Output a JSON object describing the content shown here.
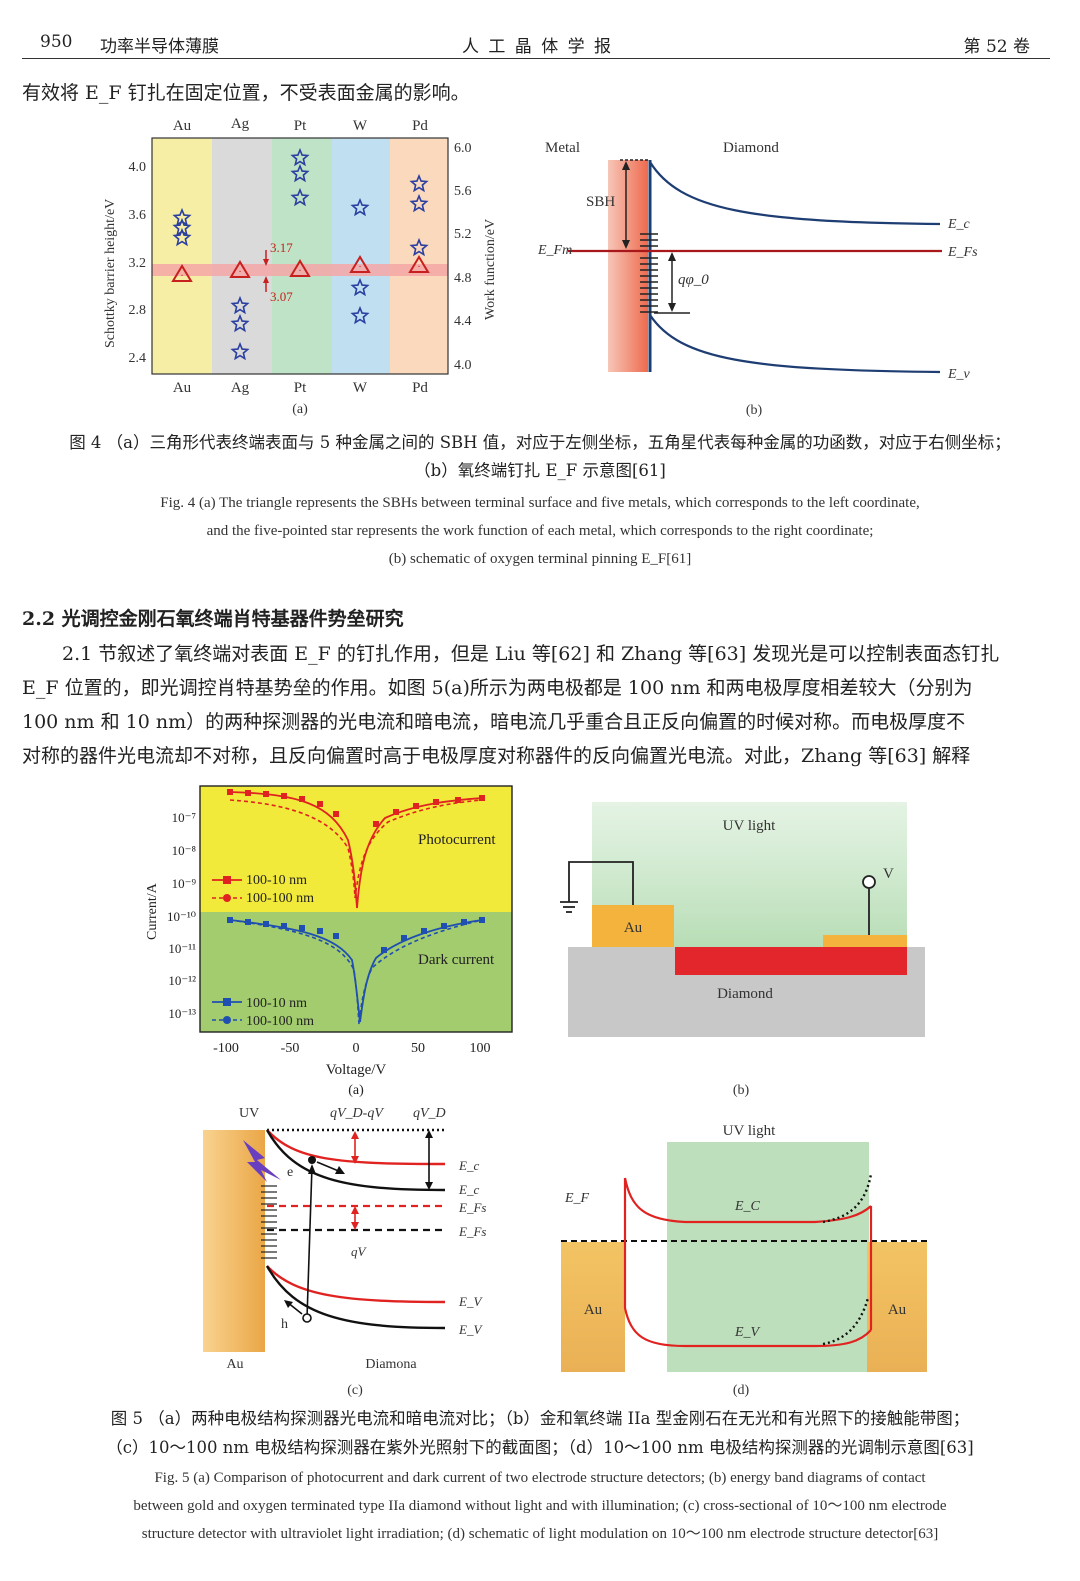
{
  "header": {
    "page_number": "950",
    "column_title": "功率半导体薄膜",
    "journal": "人 工 晶 体 学 报",
    "volume": "第 52 卷"
  },
  "intro_line": "有效将 E_F 钉扎在固定位置，不受表面金属的影响。",
  "fig4": {
    "a": {
      "metals": [
        "Au",
        "Ag",
        "Pt",
        "W",
        "Pd"
      ],
      "left_axis_label": "Schottky barrier height/eV",
      "right_axis_label": "Work function/eV",
      "left_ticks": [
        "4.0",
        "3.6",
        "3.2",
        "2.8",
        "2.4"
      ],
      "right_ticks": [
        "6.0",
        "5.6",
        "5.2",
        "4.8",
        "4.4",
        "4.0"
      ],
      "annot_upper": "3.17",
      "annot_lower": "3.07",
      "panel_label": "(a)"
    },
    "b": {
      "metal": "Metal",
      "diamond": "Diamond",
      "sbh": "SBH",
      "efm": "E_Fm",
      "ec": "E_c",
      "efs": "E_Fs",
      "ev": "E_v",
      "phi": "qφ_0",
      "panel_label": "(b)"
    },
    "caption_cn_1": "图 4  （a）三角形代表终端表面与 5 种金属之间的 SBH 值，对应于左侧坐标，五角星代表每种金属的功函数，对应于右侧坐标；",
    "caption_cn_2": "（b）氧终端钉扎 E_F 示意图[61]",
    "caption_en_1": "Fig. 4   (a) The triangle represents the SBHs between terminal surface and five metals, which corresponds to the left coordinate,",
    "caption_en_2": "and the five-pointed star represents the work function of each metal, which corresponds to the right coordinate;",
    "caption_en_3": "(b) schematic of oxygen terminal pinning E_F[61]"
  },
  "section": {
    "title": "2.2   光调控金刚石氧终端肖特基器件势垒研究"
  },
  "para": [
    "2.1 节叙述了氧终端对表面 E_F 的钉扎作用，但是 Liu 等[62] 和 Zhang 等[63] 发现光是可以控制表面态钉扎",
    "E_F 位置的，即光调控肖特基势垒的作用。如图 5(a)所示为两电极都是 100 nm 和两电极厚度相差较大（分别为",
    "100 nm 和 10 nm）的两种探测器的光电流和暗电流，暗电流几乎重合且正反向偏置的时候对称。而电极厚度不",
    "对称的器件光电流却不对称，且反向偏置时高于电极厚度对称器件的反向偏置光电流。对此，Zhang 等[63] 解释"
  ],
  "fig5": {
    "a": {
      "y_ticks": [
        "10⁻⁷",
        "10⁻⁸",
        "10⁻⁹",
        "10⁻¹⁰",
        "10⁻¹¹",
        "10⁻¹²",
        "10⁻¹³"
      ],
      "x_ticks": [
        "-100",
        "-50",
        "0",
        "50",
        "100"
      ],
      "xlabel": "Voltage/V",
      "ylabel": "Current/A",
      "photo": "Photocurrent",
      "dark": "Dark current",
      "leg1": "100-10 nm",
      "leg2": "100-100 nm",
      "panel_label": "(a)"
    },
    "b": {
      "uv": "UV light",
      "au": "Au",
      "diamond": "Diamond",
      "v": "V",
      "panel_label": "(b)"
    },
    "c": {
      "uv": "UV",
      "top1": "qV_D-qV",
      "top2": "qV_D",
      "e": "e",
      "h": "h",
      "ec1": "E_c",
      "ec2": "E_c",
      "efs1": "E_Fs",
      "efs2": "E_Fs",
      "qv": "qV",
      "ev1": "E_V",
      "ev2": "E_V",
      "au": "Au",
      "diamond": "Diamona",
      "panel_label": "(c)"
    },
    "d": {
      "uv": "UV light",
      "ef": "E_F",
      "ec": "E_C",
      "ev": "E_V",
      "au": "Au",
      "panel_label": "(d)"
    },
    "caption_cn_1": "图 5  （a）两种电极结构探测器光电流和暗电流对比；（b）金和氧终端 IIa 型金刚石在无光和有光照下的接触能带图；",
    "caption_cn_2": "（c）10～100 nm 电极结构探测器在紫外光照射下的截面图；（d）10～100 nm 电极结构探测器的光调制示意图[63]",
    "caption_en_1": "Fig. 5   (a) Comparison of photocurrent and dark current of two electrode structure detectors; (b) energy band diagrams of contact",
    "caption_en_2": "between gold and oxygen terminated type IIa diamond without light and with illumination; (c) cross-sectional of 10～100 nm electrode",
    "caption_en_3": "structure detector with ultraviolet light irradiation; (d) schematic of light modulation on 10～100 nm electrode structure detector[63]"
  }
}
